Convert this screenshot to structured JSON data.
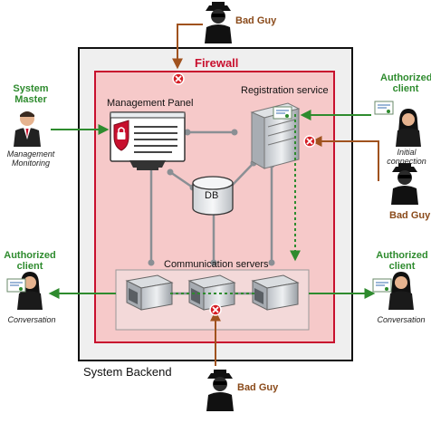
{
  "backend": {
    "label": "System Backend"
  },
  "firewall": {
    "label": "Firewall"
  },
  "components": {
    "management_panel": "Management Panel",
    "registration_service": "Registration service",
    "db": "DB",
    "communication_servers": "Communication servers"
  },
  "actors": {
    "bad_guy_top": "Bad Guy",
    "bad_guy_right": "Bad Guy",
    "bad_guy_bottom": "Bad Guy",
    "system_master": {
      "title_line1": "System",
      "title_line2": "Master",
      "caption_line1": "Management",
      "caption_line2": "Monitoring"
    },
    "client_initial": {
      "title_line1": "Authorized",
      "title_line2": "client",
      "caption_line1": "Initial",
      "caption_line2": "connection"
    },
    "client_left": {
      "title_line1": "Authorized",
      "title_line2": "client",
      "caption": "Conversation"
    },
    "client_right": {
      "title_line1": "Authorized",
      "title_line2": "client",
      "caption": "Conversation"
    }
  },
  "colors": {
    "firewall_red": "#c8102e",
    "firewall_fill": "#f6c9c9",
    "backend_fill": "#efefef",
    "green_arrow": "#2e8b2e",
    "brown_arrow": "#a0521e",
    "blocked_icon": "#d61f26"
  }
}
